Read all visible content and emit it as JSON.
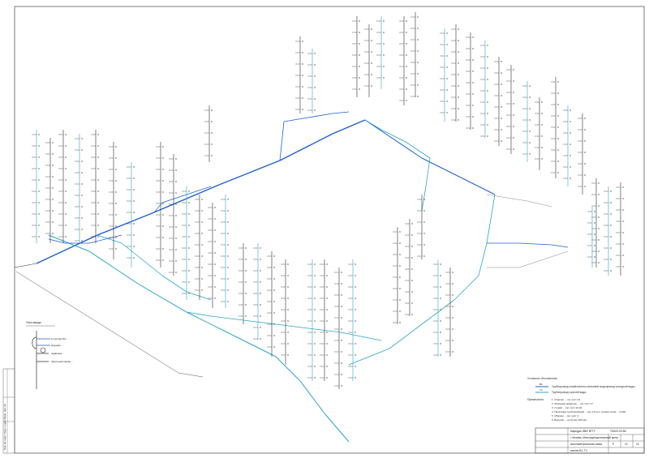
{
  "legend": {
    "title": "Условные обозначения",
    "items": [
      {
        "code": "В1",
        "label": "Трубопровод хозяйственно-питьевой водопровод холодной воды",
        "color": "#1f5fd6"
      },
      {
        "code": "Т3",
        "label": "Трубопровод горячей воды",
        "color": "#2aa6c9"
      }
    ]
  },
  "notes": {
    "title": "Примечания:",
    "items": [
      "1. Отметки ... см. лист 13",
      "2. Запорную арматуру ... см. лист 17",
      "3. Стояки ... см. лист 22-24",
      "4. Прокладку трубопроводов ... (до 1,5 м от уровня пола) ... 0,002",
      "5. Обвязку ... см. лист 4",
      "6. Выпуски ... не более 100 мм ..."
    ]
  },
  "title_block": {
    "org": "Кафедра «ВВ» ВГТУ",
    "drawing_code": "ТМ100-03-ВК",
    "project": "г. Москва, Многофункциональный центр",
    "sheet_title": "Аксонометрическая схема",
    "sheet_title2": "систем В1, Т3",
    "stage": "Р",
    "sheet_no": "13",
    "sheets_total": "15"
  },
  "side_stamp": {
    "label": "Инв. № подл.  Подп. и дата  Взам. инв. №"
  },
  "detail_callout": {
    "title": "Узел ввода",
    "labels": [
      "в систему В1 ... ",
      "водомер ... ",
      "задвижка ... ",
      "обратный клапан ..."
    ]
  },
  "colors": {
    "cold_water": "#1f5fd6",
    "hot_water": "#2aa6c9",
    "linework": "#2b2b2b",
    "riser": "#3a3a3a"
  }
}
